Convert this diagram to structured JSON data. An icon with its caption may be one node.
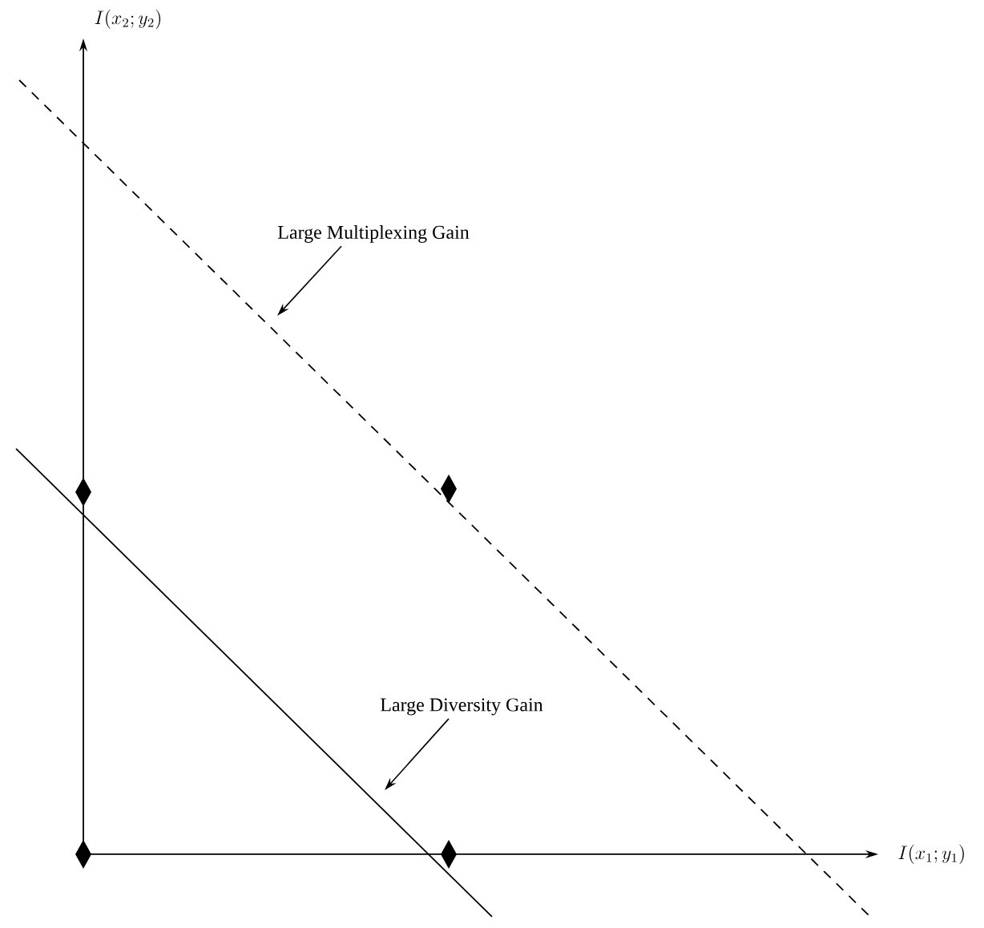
{
  "diagram": {
    "nodes": [
      {
        "text": [
          "Large Multiplexing Gain"
        ]
      },
      {
        "text": [
          "Large Diversity Gain"
        ]
      }
    ],
    "edges": [
      {
        "from": 0,
        "to": null,
        "arrow": "to"
      },
      {
        "from": 1,
        "to": null,
        "arrow": "to"
      }
    ],
    "labels": [
      "I(x_2;y_2)",
      "I(x_1;y_1)"
    ]
  }
}
